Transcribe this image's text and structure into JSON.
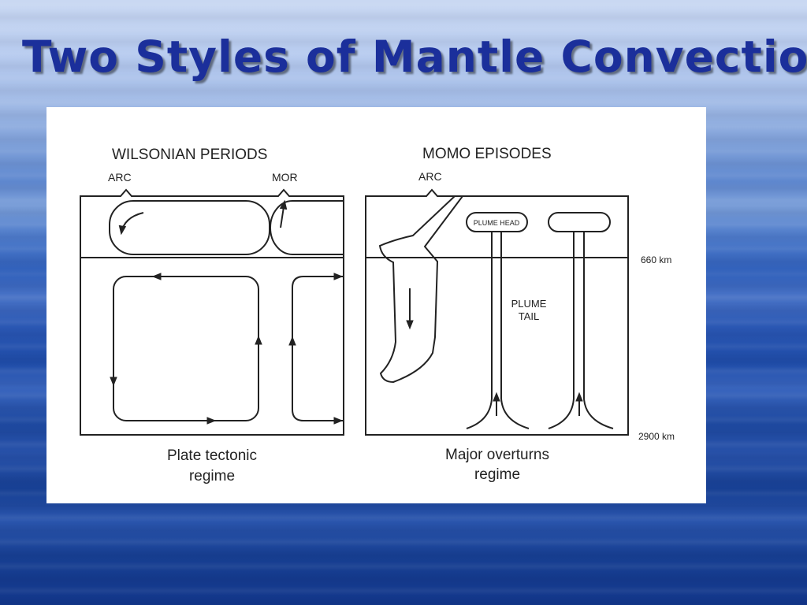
{
  "slide": {
    "title": "Two Styles of Mantle Convection"
  },
  "diagram": {
    "left": {
      "heading": "WILSONIAN PERIODS",
      "arc_label": "ARC",
      "mor_label": "MOR",
      "caption_line1": "Plate tectonic",
      "caption_line2": "regime"
    },
    "right": {
      "heading": "MOMO EPISODES",
      "arc_label": "ARC",
      "plume_head_label": "PLUME HEAD",
      "plume_tail_line1": "PLUME",
      "plume_tail_line2": "TAIL",
      "caption_line1": "Major overturns",
      "caption_line2": "regime"
    },
    "depth_660": "660 km",
    "depth_2900": "2900 km"
  }
}
